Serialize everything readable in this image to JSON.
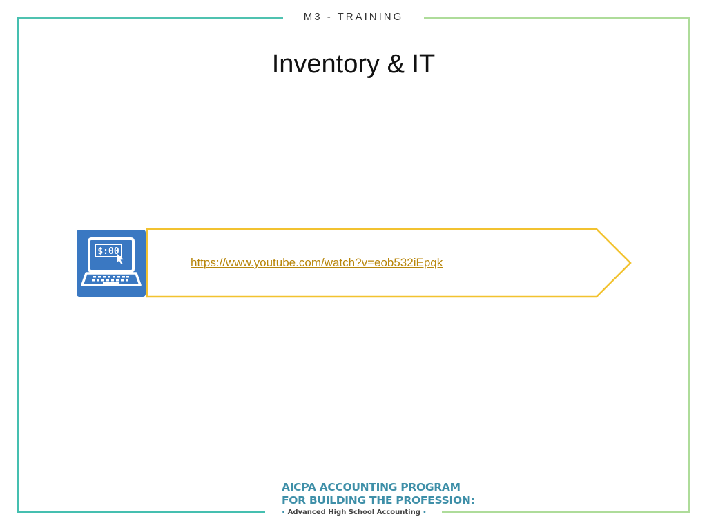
{
  "header": {
    "label": "M3 - TRAINING"
  },
  "slide": {
    "title": "Inventory & IT",
    "link_text": "https://www.youtube.com/watch?v=eob532iEpqk",
    "icon": "laptop-dollar-icon",
    "icon_screen_text": "$:00"
  },
  "footer": {
    "logo_line1": "AICPA ACCOUNTING PROGRAM",
    "logo_line2": "FOR BUILDING THE PROFESSION:",
    "logo_sub": "Advanced High School Accounting",
    "logo_bullet": "•"
  },
  "colors": {
    "frame_left": "#45bfb0",
    "frame_right": "#aedc9a",
    "arrow_outline": "#f2c230",
    "icon_bg": "#3a78c2",
    "link": "#b8860b",
    "logo_blue": "#3e8fa8"
  }
}
